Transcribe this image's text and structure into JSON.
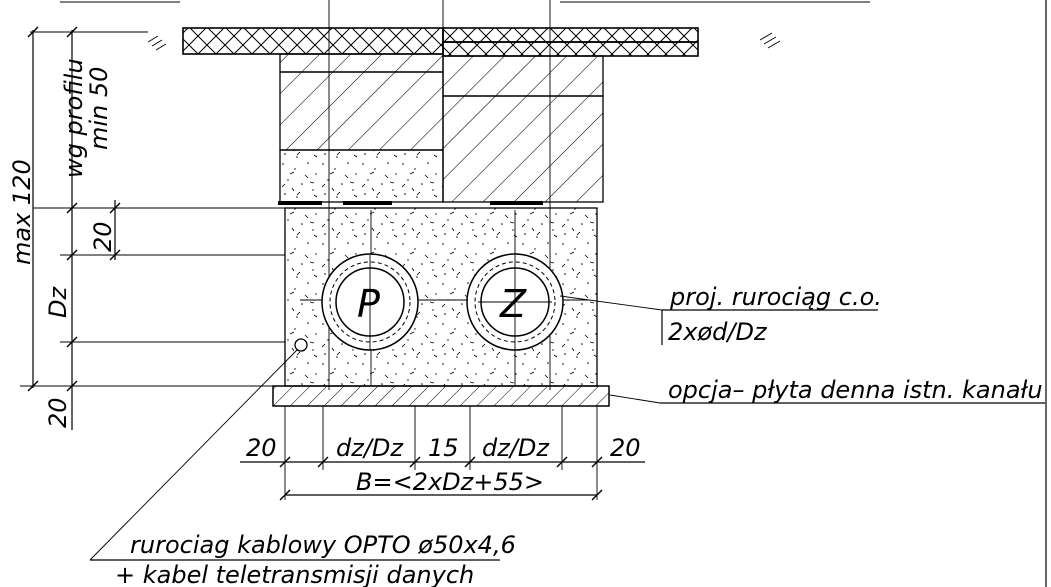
{
  "labels": {
    "max_depth": "max 120",
    "profile_line1": "wg profilu",
    "profile_line2": "min 50",
    "dim_20_left": "20",
    "dim_dz_left": "Dz",
    "dim_20_bottom_left": "20",
    "pipe_return": "P",
    "pipe_supply": "Z",
    "callout_pipe_line1": "proj. rurociąg c.o.",
    "callout_pipe_line2": "2xød/Dz",
    "callout_slab": "opcja– płyta denna istn. kanału",
    "dim_20_a": "20",
    "dim_dz_a": "dz/Dz",
    "dim_15": "15",
    "dim_dz_b": "dz/Dz",
    "dim_20_b": "20",
    "dim_total": "B=<2xDz+55>",
    "callout_cable_line1": "rurociag kablowy OPTO ø50x4,6",
    "callout_cable_line2": "+ kabel teletransmisji danych"
  },
  "colors": {
    "ink": "#000000",
    "paper": "#ffffff"
  }
}
